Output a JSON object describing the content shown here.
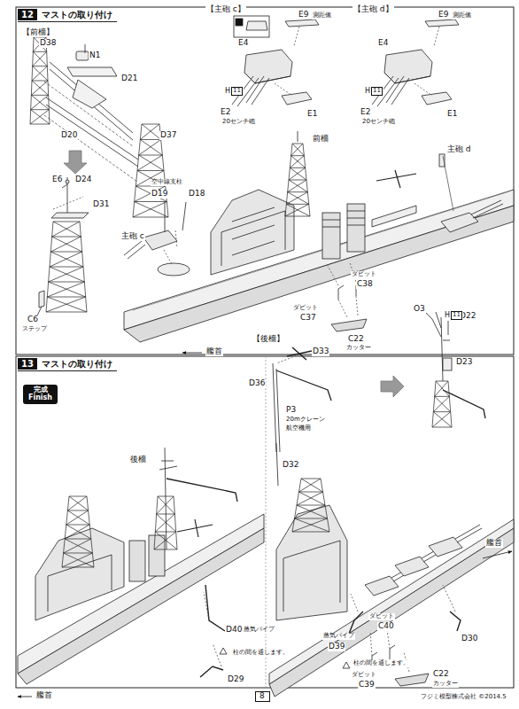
{
  "diagram": {
    "nodes": [
      {
        "text": [
          "12",
          "マストの取り付け"
        ]
      },
      {
        "text": [
          "H",
          "11"
        ]
      },
      {
        "text": [
          "H",
          "11"
        ]
      },
      {
        "text": [
          "H",
          "11"
        ]
      },
      {
        "text": [
          "13",
          "マストの取り付け"
        ]
      },
      {
        "text": [
          "完成",
          "Finish"
        ]
      },
      {
        "text": [
          "8"
        ]
      }
    ],
    "labels": [
      "【前檣】",
      "D38",
      "N1",
      "D21",
      "D20",
      "D37",
      "【主砲 c】",
      "E9",
      "測距儀",
      "E4",
      "E2",
      "20センチ砲",
      "E1",
      "【主砲 d】",
      "E9",
      "測距儀",
      "E4",
      "E2",
      "20センチ砲",
      "E1",
      "前檣",
      "主砲 d",
      "E6",
      "D24",
      "D31",
      "C6",
      "ステップ",
      "空中線支柱",
      "D19",
      "D18",
      "主砲 c",
      "ダビット",
      "C38",
      "ダビット",
      "C37",
      "C22",
      "カッター",
      "艦首",
      "【後檣】",
      "D33",
      "D36",
      "P3",
      "20mクレーン",
      "航空機用",
      "D32",
      "O3",
      "D22",
      "D23",
      "後檣",
      "D40",
      "蒸気パイプ",
      "柱の間を通します。",
      "D29",
      "艦首",
      "艦首",
      "D30",
      "ダビット",
      "C40",
      "蒸気パイプ",
      "D39",
      "柱の間を通します。",
      "ダビット",
      "C39",
      "C22",
      "カッター",
      "フジミ模型株式会社 ©2014.5"
    ]
  }
}
